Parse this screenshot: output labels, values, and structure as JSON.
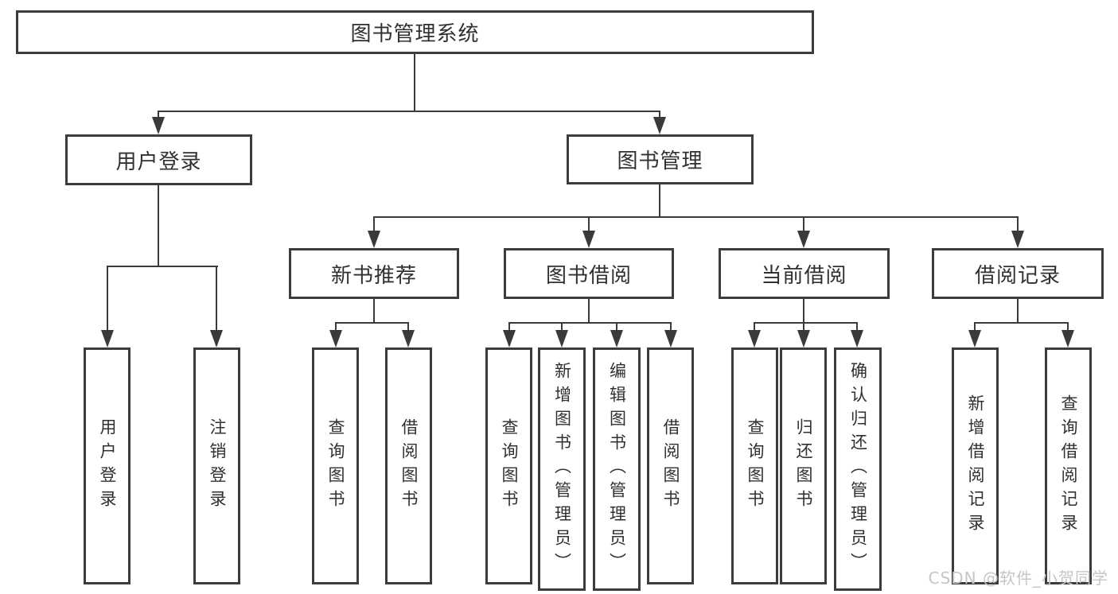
{
  "tree": {
    "root": "图书管理系统",
    "branches": [
      {
        "label": "用户登录",
        "children": [
          "用户登录",
          "注销登录"
        ]
      },
      {
        "label": "图书管理",
        "groups": [
          {
            "label": "新书推荐",
            "children": [
              "查询图书",
              "借阅图书"
            ]
          },
          {
            "label": "图书借阅",
            "children": [
              "查询图书",
              "新增图书（管理员）",
              "编辑图书（管理员）",
              "借阅图书"
            ]
          },
          {
            "label": "当前借阅",
            "children": [
              "查询图书",
              "归还图书",
              "确认归还（管理员）"
            ]
          },
          {
            "label": "借阅记录",
            "children": [
              "新增借阅记录",
              "查询借阅记录"
            ]
          }
        ]
      }
    ]
  },
  "watermark": {
    "text": "CSDN @软件_小贺同学"
  },
  "colors": {
    "line": "#3a3a3a",
    "box_border": "#3c3c3c",
    "text": "#303030",
    "background": "#ffffff",
    "watermark": "#c6c6c6"
  }
}
